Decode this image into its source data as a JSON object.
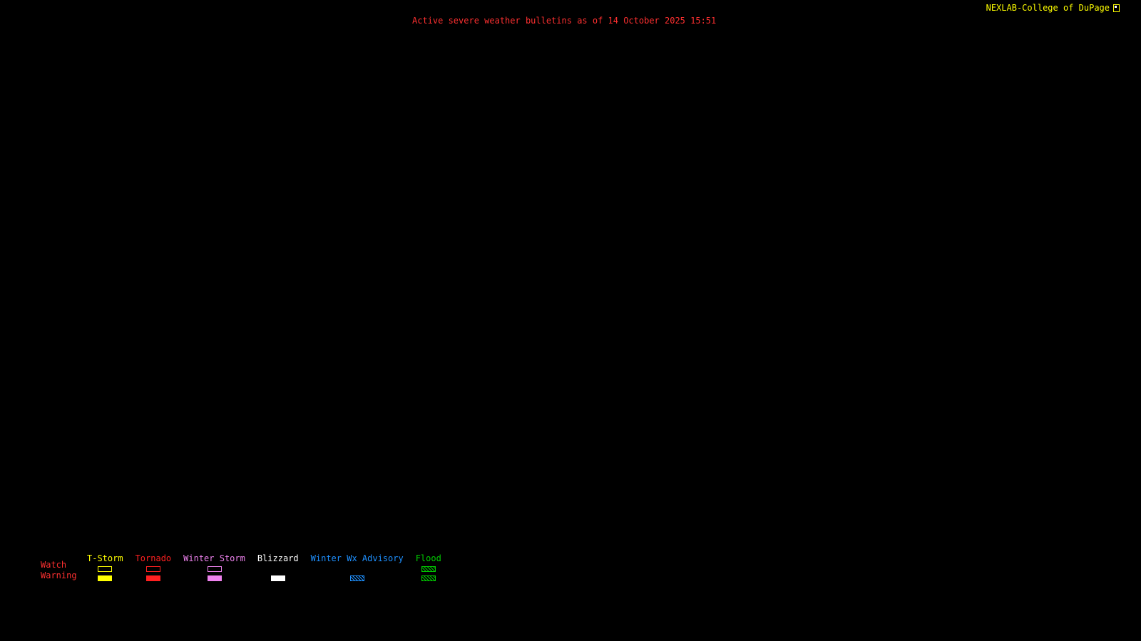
{
  "page": {
    "background_color": "#000000"
  },
  "brand": {
    "label": "NEXLAB-College of DuPage",
    "color": "#ffff00"
  },
  "bulletin": {
    "title": "Active severe weather bulletins as of 14 October 2025 15:51",
    "color": "#ff3030"
  },
  "legend": {
    "row_labels": [
      "Watch",
      "Warning"
    ],
    "row_label_color": "#ff3030",
    "columns": [
      {
        "label": "T-Storm",
        "color": "#ffff00",
        "watch": "outline",
        "warning": "fill"
      },
      {
        "label": "Tornado",
        "color": "#ff2020",
        "watch": "outline",
        "warning": "fill"
      },
      {
        "label": "Winter Storm",
        "color": "#ee82ee",
        "watch": "outline",
        "warning": "fill"
      },
      {
        "label": "Blizzard",
        "color": "#ffffff",
        "watch": "none",
        "warning": "fill"
      },
      {
        "label": "Winter Wx Advisory",
        "color": "#1e90ff",
        "watch": "none",
        "warning": "hatch"
      },
      {
        "label": "Flood",
        "color": "#00cc00",
        "watch": "hatch",
        "warning": "hatch"
      }
    ]
  }
}
